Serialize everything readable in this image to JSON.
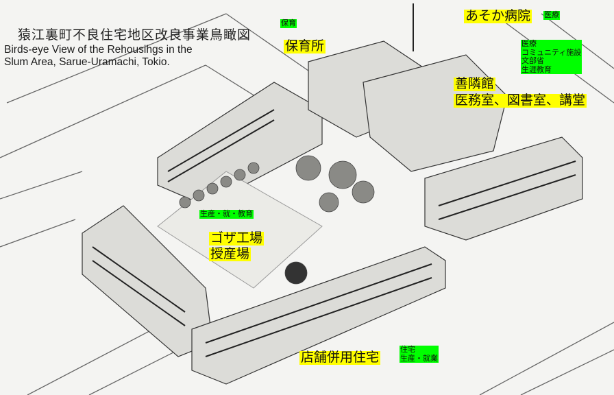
{
  "title": {
    "japanese": "猿江裏町不良住宅地区改良事業鳥瞰図",
    "english_line1": "Birds-eye View of the Rehousihgs in the",
    "english_line2": "Slum Area,  Sarue-Uramachi, Tokio."
  },
  "labels": {
    "nursery": "保育所",
    "nursery_tag": "保育",
    "hospital": "あそか病院",
    "hospital_tag": "医療",
    "zenrinkan": "善隣館",
    "zenrinkan_rooms": "医務室、図書室、講堂",
    "zenrinkan_tags": [
      "医療",
      "コミュニティ施設",
      "文部省",
      "生涯教育"
    ],
    "workshop_tag": "生産・就・教育",
    "workshop_line1": "ゴザ工場",
    "workshop_line2": "授産場",
    "shops": "店舗併用住宅",
    "shops_tags": [
      "住宅",
      "生産・就業"
    ]
  },
  "colors": {
    "label_yellow": "#ffff00",
    "label_green": "#00ff00",
    "ink": "#2a2a2a",
    "paper": "#f4f4f2"
  }
}
